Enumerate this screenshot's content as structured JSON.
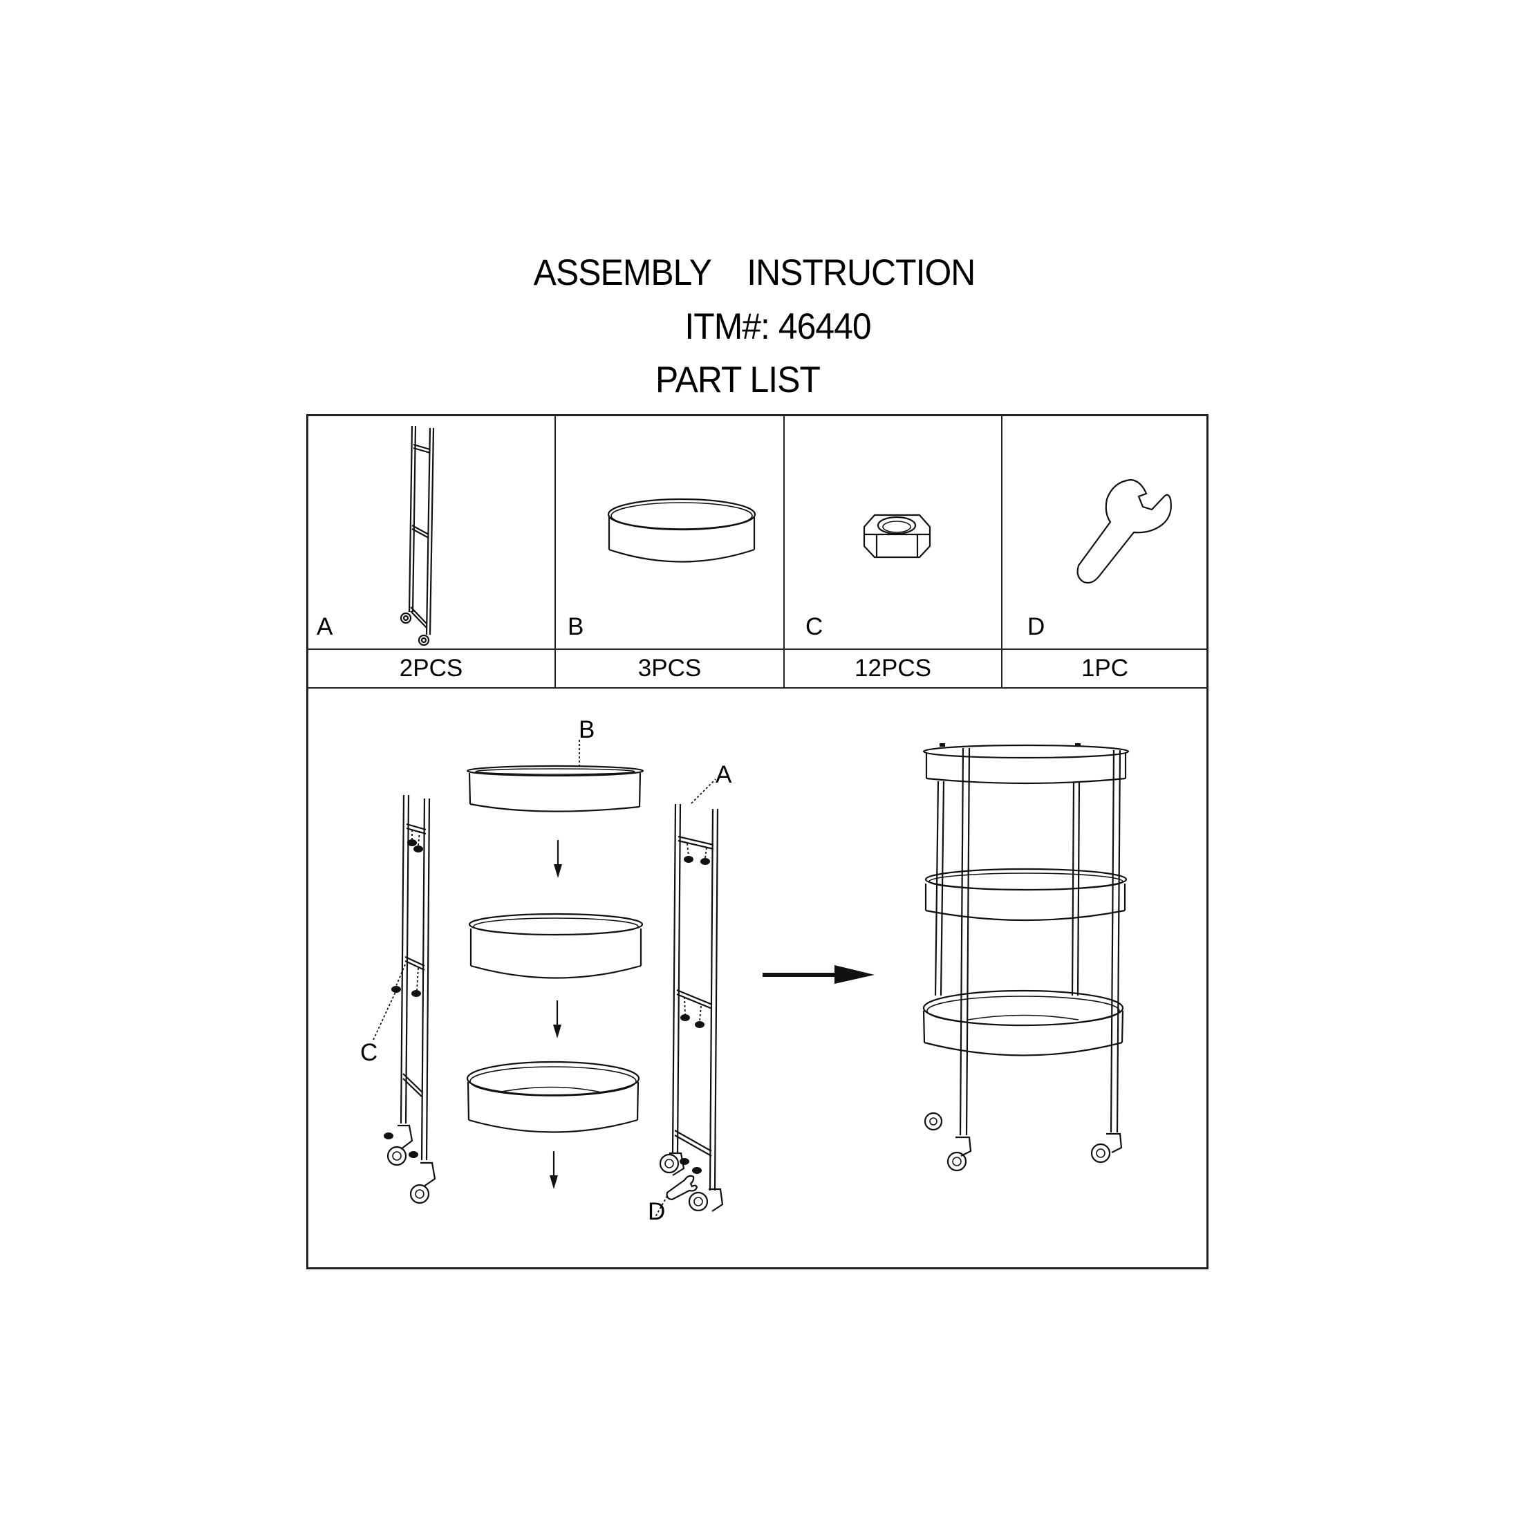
{
  "header": {
    "title": "ASSEMBLY  INSTRUCTION",
    "item_number": "ITM#: 46440",
    "section": "PART LIST"
  },
  "parts": [
    {
      "id": "A",
      "description": "side-frame-with-casters",
      "quantity": "2PCS"
    },
    {
      "id": "B",
      "description": "round-tray",
      "quantity": "3PCS"
    },
    {
      "id": "C",
      "description": "hex-nut",
      "quantity": "12PCS"
    },
    {
      "id": "D",
      "description": "wrench",
      "quantity": "1PC"
    }
  ],
  "assembly_diagram": {
    "callouts": [
      "B",
      "A",
      "C",
      "D"
    ],
    "steps": [
      "exploded-view",
      "assembled-cart"
    ],
    "arrow": "right-arrow"
  }
}
